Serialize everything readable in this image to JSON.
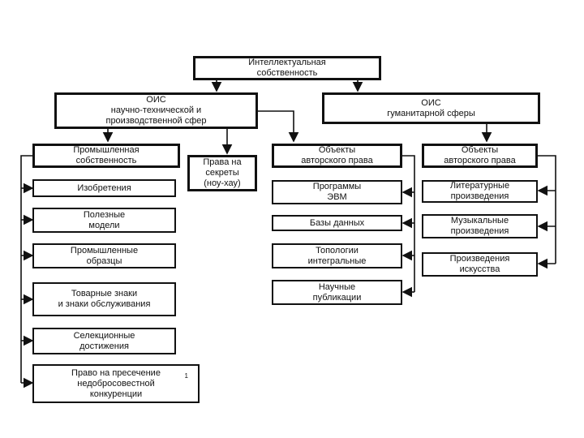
{
  "root": {
    "label": "Интеллектуальная\nсобственность"
  },
  "ois_tech": {
    "label": "ОИС\nнаучно-технической и\nпроизводственной сфер"
  },
  "ois_hum": {
    "label": "ОИС\nгуманитарной сферы"
  },
  "prom_sobst": {
    "label": "Промышленная\nсобственность"
  },
  "secrets": {
    "label": "Права на\nсекреты\n(ноу-хау)"
  },
  "author_rights_1": {
    "label": "Объекты\nавторского права"
  },
  "author_rights_2": {
    "label": "Объекты\nавторского права"
  },
  "industrial_items": [
    {
      "label": "Изобретения"
    },
    {
      "label": "Полезные\nмодели"
    },
    {
      "label": "Промышленные\nобразцы"
    },
    {
      "label": "Товарные знаки\nи знаки обслуживания"
    },
    {
      "label": "Селекционные\nдостижения"
    },
    {
      "label": "Право на пресечение\nнедобросовестной\nконкуренции",
      "footnote": "1"
    }
  ],
  "author_items_1": [
    {
      "label": "Программы\nЭВМ"
    },
    {
      "label": "Базы данных"
    },
    {
      "label": "Топологии\nинтегральные"
    },
    {
      "label": "Научные\nпубликации"
    }
  ],
  "author_items_2": [
    {
      "label": "Литературные\nпроизведения"
    },
    {
      "label": "Музыкальные\nпроизведения"
    },
    {
      "label": "Произведения\nискусства"
    }
  ]
}
